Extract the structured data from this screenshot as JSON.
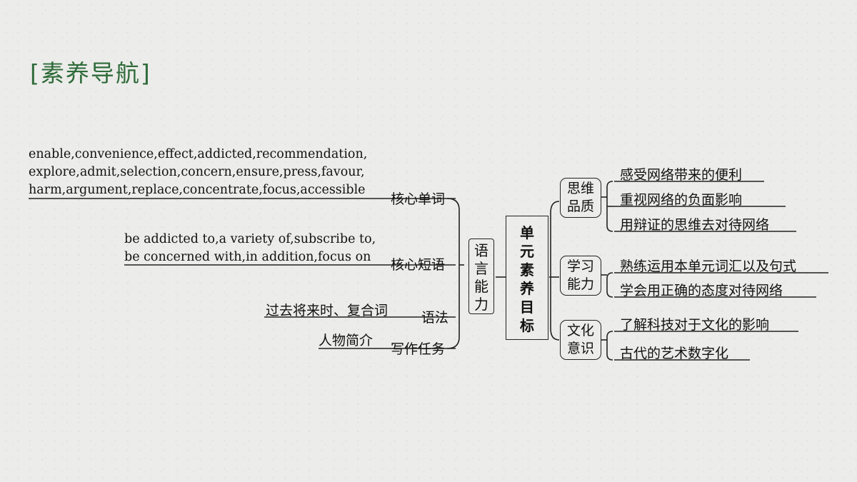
{
  "header": {
    "title": "[素养导航]"
  },
  "center": {
    "title_chars": [
      "单",
      "元",
      "素",
      "养",
      "目",
      "标"
    ]
  },
  "language": {
    "label_chars": [
      "语",
      "言",
      "能",
      "力"
    ],
    "words": {
      "label": "核心单词",
      "lines": [
        "enable,convenience,effect,addicted,recommendation,",
        "explore,admit,selection,concern,ensure,press,favour,",
        "harm,argument,replace,concentrate,focus,accessible"
      ]
    },
    "phrases": {
      "label": "核心短语",
      "lines": [
        "be addicted to,a variety of,subscribe to,",
        "be concerned with,in addition,focus on"
      ]
    },
    "grammar": {
      "label": "语法",
      "text": "过去将来时、复合词"
    },
    "writing": {
      "label": "写作任务",
      "text": "人物简介"
    }
  },
  "thinking": {
    "label": [
      "思维",
      "品质"
    ],
    "items": [
      "感受网络带来的便利",
      "重视网络的负面影响",
      "用辩证的思维去对待网络"
    ]
  },
  "learning": {
    "label": [
      "学习",
      "能力"
    ],
    "items": [
      "熟练运用本单元词汇以及句式",
      "学会用正确的态度对待网络"
    ]
  },
  "culture": {
    "label": [
      "文化",
      "意识"
    ],
    "items": [
      "了解科技对于文化的影响",
      "古代的艺术数字化"
    ]
  }
}
